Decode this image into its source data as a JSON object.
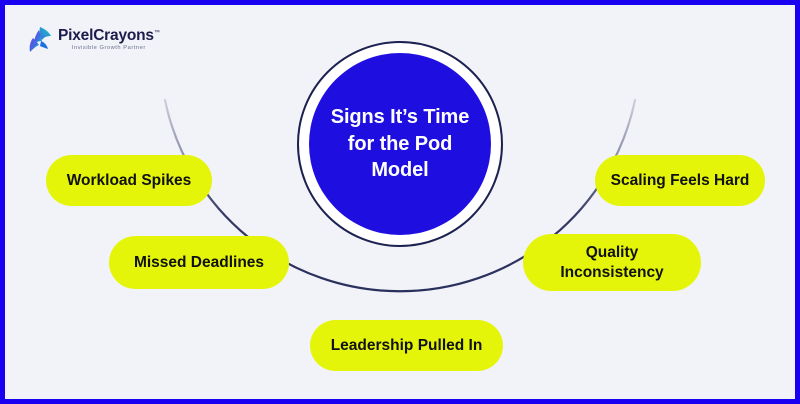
{
  "theme": {
    "border_color": "#1a00f0",
    "background": "#f1f3f8",
    "circle_fill": "#1e0fe0",
    "circle_ring": "#1c2150",
    "pill_fill": "#e4f50a",
    "pill_text": "#111111",
    "arc_color": "#2a2f5c"
  },
  "logo": {
    "icon": "hummingbird-icon",
    "name": "PixelCrayons",
    "trademark": "™",
    "tagline": "Invisible Growth Partner"
  },
  "center": {
    "title": "Signs It’s Time for the Pod Model"
  },
  "nodes": [
    {
      "id": "workload-spikes",
      "label": "Workload Spikes"
    },
    {
      "id": "missed-deadlines",
      "label": "Missed Deadlines"
    },
    {
      "id": "leadership-pulled-in",
      "label": "Leadership Pulled In"
    },
    {
      "id": "quality-inconsistency",
      "label": "Quality Inconsistency"
    },
    {
      "id": "scaling-feels-hard",
      "label": "Scaling Feels Hard"
    }
  ]
}
